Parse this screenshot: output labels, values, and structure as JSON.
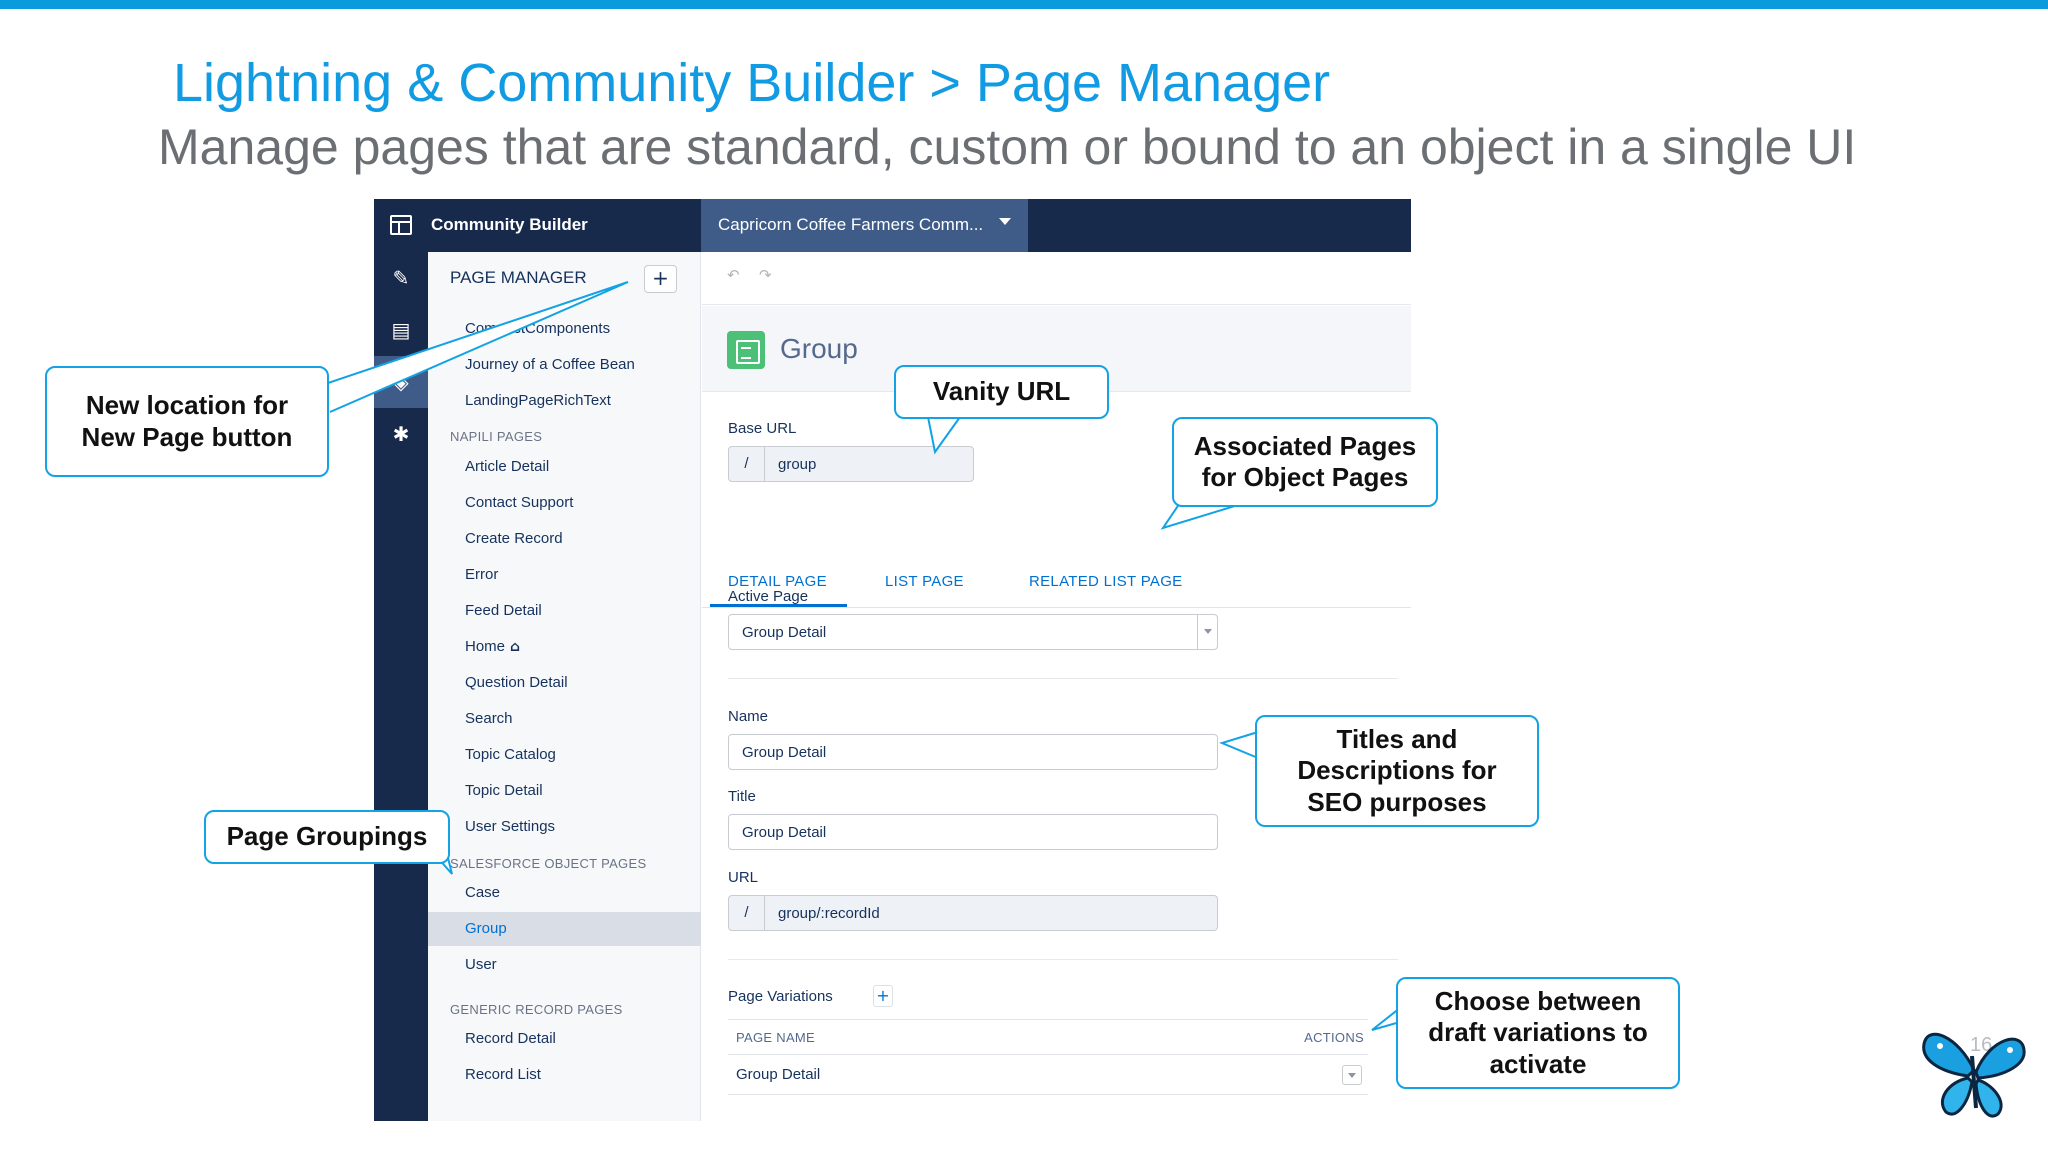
{
  "slide": {
    "title": "Lightning & Community Builder > Page Manager",
    "subtitle": "Manage pages that are standard, custom or bound to an object in a single UI",
    "page_number": "16"
  },
  "header": {
    "app_name": "Community Builder",
    "community_name": "Capricorn Coffee Farmers Comm..."
  },
  "page_manager": {
    "title": "PAGE MANAGER",
    "add_button": "+",
    "custom_pages": [
      "CompactComponents",
      "Journey of a Coffee Bean",
      "LandingPageRichText"
    ],
    "napili_heading": "NAPILI PAGES",
    "napili_pages": [
      "Article Detail",
      "Contact Support",
      "Create Record",
      "Error",
      "Feed Detail",
      "Home",
      "Question Detail",
      "Search",
      "Topic Catalog",
      "Topic Detail",
      "User Settings"
    ],
    "object_heading": "SALESFORCE OBJECT PAGES",
    "object_pages": [
      "Case",
      "Group",
      "User"
    ],
    "selected_page": "Group",
    "generic_heading": "GENERIC RECORD PAGES",
    "generic_pages": [
      "Record Detail",
      "Record List"
    ]
  },
  "detail": {
    "page_title": "Group",
    "base_url_label": "Base URL",
    "url_prefix": "/",
    "base_url_value": "group",
    "tabs": [
      "DETAIL PAGE",
      "LIST PAGE",
      "RELATED LIST PAGE"
    ],
    "active_page_label": "Active Page",
    "active_page_value": "Group Detail",
    "name_label": "Name",
    "name_value": "Group Detail",
    "title_label": "Title",
    "title_value": "Group Detail",
    "url_label": "URL",
    "url_value": "group/:recordId",
    "variations_title": "Page Variations",
    "variations_add": "+",
    "col_page_name": "PAGE NAME",
    "col_actions": "ACTIONS",
    "variation_row": "Group Detail"
  },
  "callouts": {
    "new_page_button": [
      "New location for",
      "New Page button"
    ],
    "vanity_url": [
      "Vanity URL"
    ],
    "associated_pages": [
      "Associated Pages",
      "for Object Pages"
    ],
    "seo": [
      "Titles and",
      "Descriptions for",
      "SEO purposes"
    ],
    "page_groupings": [
      "Page Groupings"
    ],
    "draft_variations": [
      "Choose between",
      "draft variations to",
      "activate"
    ]
  },
  "colors": {
    "accent": "#119be3",
    "header_navy": "#182a4c",
    "header_active": "#3f5c88",
    "link_blue": "#0070d2",
    "group_green": "#4bc076"
  }
}
